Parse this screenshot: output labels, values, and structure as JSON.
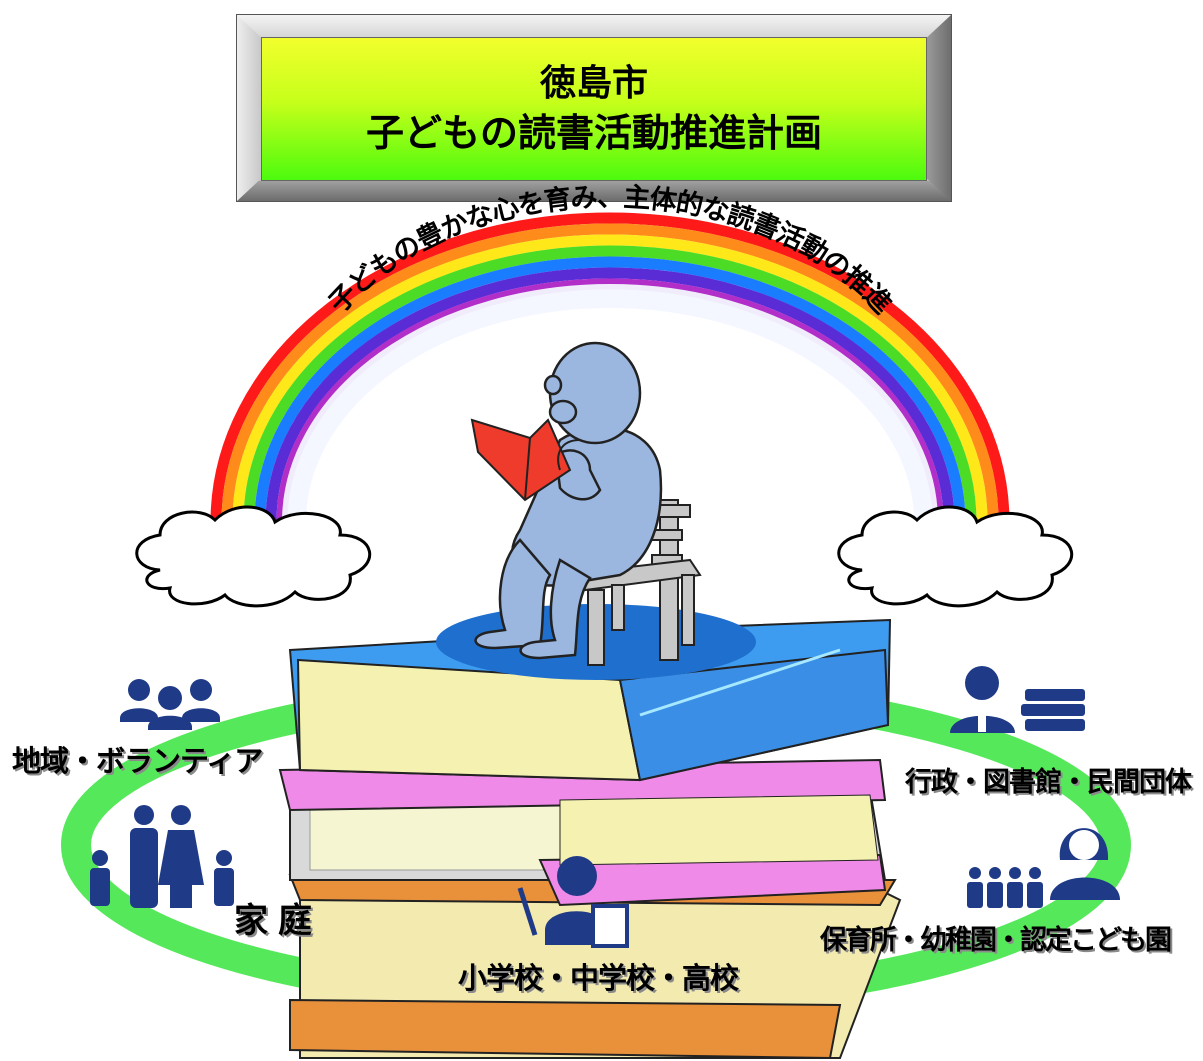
{
  "title": {
    "line1": "徳島市",
    "line2": "子どもの読書活動推進計画"
  },
  "rainbow_text": "子どもの豊かな心を育み、主体的な読書活動の推進",
  "labels": {
    "community": "地域・ボランティア",
    "family": "家庭",
    "schools": "小学校・中学校・高校",
    "administration": "行政・図書館・民間団体",
    "nursery": "保育所・幼稚園・認定こども園"
  },
  "colors": {
    "title_top": "#f2ff2c",
    "title_bottom": "#4dfb0e",
    "ring": "#55e85a",
    "figure": "#9bb7e0",
    "icon": "#1f3a86",
    "book_blue": "#3d9bf0",
    "book_pink": "#f08ae8",
    "book_orange": "#e8903a",
    "open_book": "#ee3b2b"
  }
}
